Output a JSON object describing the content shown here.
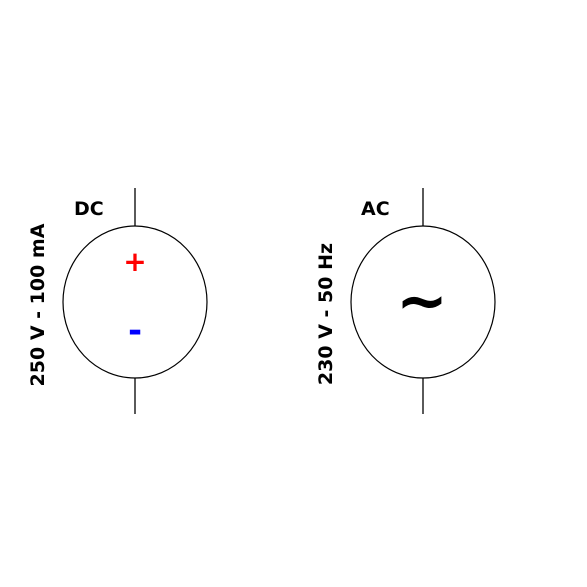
{
  "dc_source": {
    "type_label": "DC",
    "rating": "250 V - 100 mA",
    "positive_symbol": "+",
    "negative_symbol": "-",
    "positive_color": "#ff0000",
    "negative_color": "#0000ff"
  },
  "ac_source": {
    "type_label": "AC",
    "rating": "230 V - 50 Hz",
    "wave_symbol": "~"
  },
  "colors": {
    "stroke": "#000000",
    "background": "#ffffff"
  }
}
